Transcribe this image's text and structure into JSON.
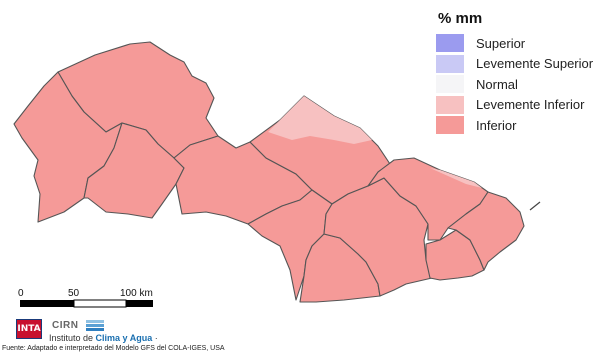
{
  "legend": {
    "title": "% mm",
    "items": [
      {
        "label": "Superior",
        "color": "#9b9bef"
      },
      {
        "label": "Levemente Superior",
        "color": "#c9c9f5"
      },
      {
        "label": "Normal",
        "color": "#f5f5f7"
      },
      {
        "label": "Levemente Inferior",
        "color": "#f7c1c1"
      },
      {
        "label": "Inferior",
        "color": "#f59a98"
      }
    ]
  },
  "map": {
    "fill_color": "#f59a98",
    "light_fill_color": "#f7c1c1",
    "border_color": "#555555"
  },
  "scale_bar": {
    "ticks": [
      "0",
      "50",
      "100 km"
    ]
  },
  "footer": {
    "logo_inta": "INTA",
    "logo_cirn": "CIRN",
    "institute_prefix": "Instituto de ",
    "institute_highlight": "Clima y Agua",
    "institute_suffix": " ·",
    "source": "Fuente: Adaptado e interpretado del Modelo GFS del COLA-IGES, USA"
  }
}
